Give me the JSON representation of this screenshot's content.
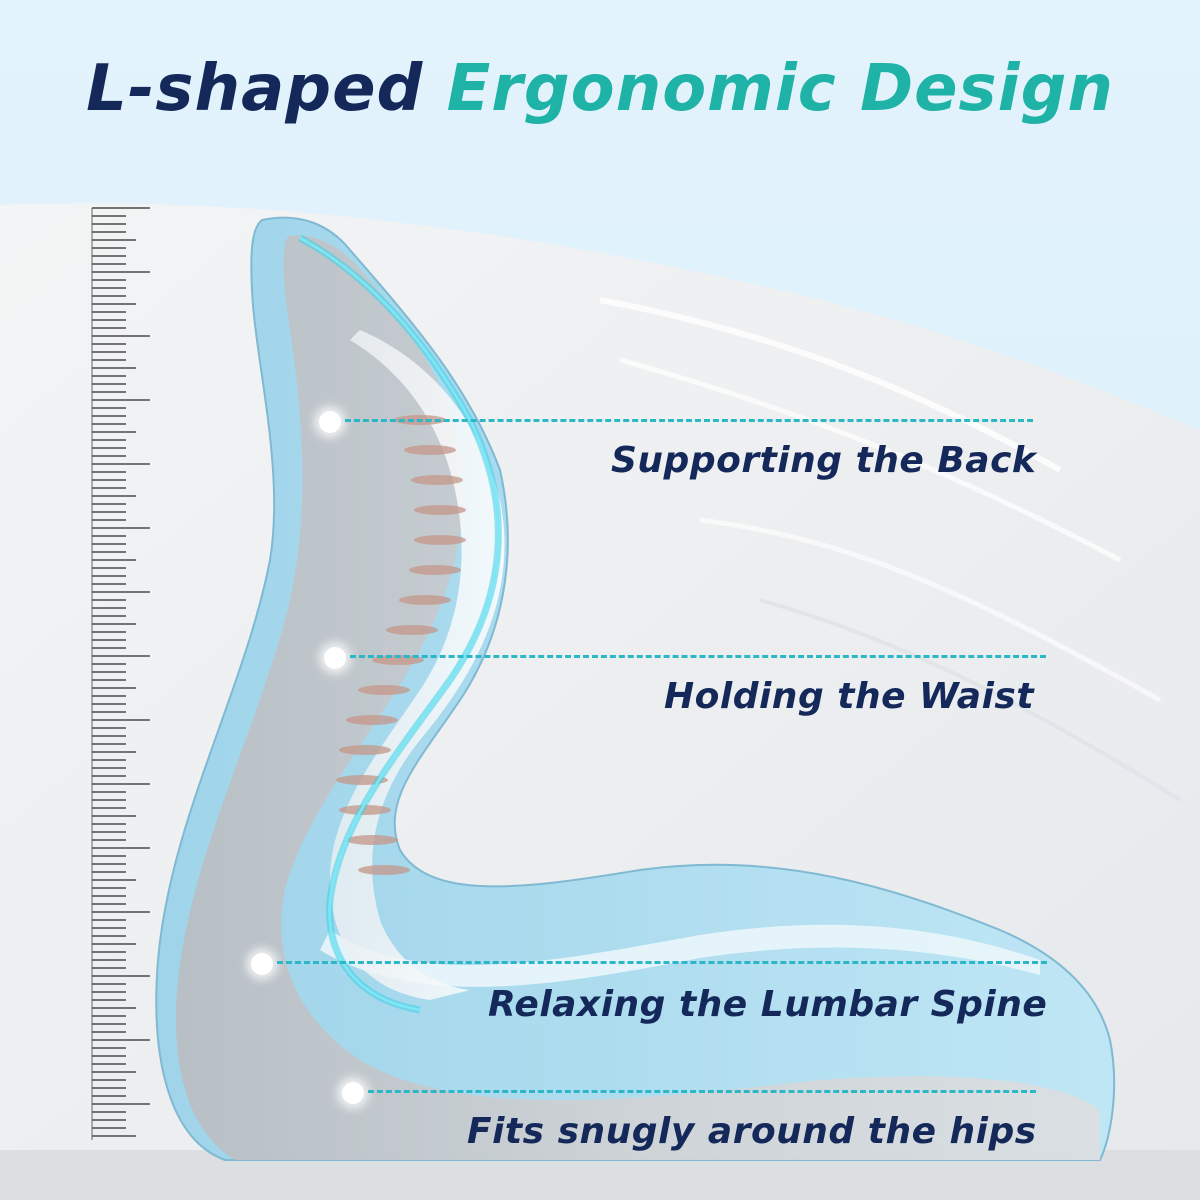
{
  "headline": {
    "part1": "L-shaped",
    "part2": "Ergonomic Design"
  },
  "callouts": [
    {
      "label": "Supporting the Back"
    },
    {
      "label": "Holding the Waist"
    },
    {
      "label": "Relaxing the Lumbar Spine"
    },
    {
      "label": "Fits snugly around the hips"
    }
  ],
  "colors": {
    "headline_dark": "#14285a",
    "headline_accent": "#1fb2a6",
    "callout_text": "#14285a",
    "leader_line": "#2bb7c6",
    "cushion_blue": "#a9dbee",
    "cushion_grey": "#c9cdd1",
    "sky": "#dff1fb"
  }
}
